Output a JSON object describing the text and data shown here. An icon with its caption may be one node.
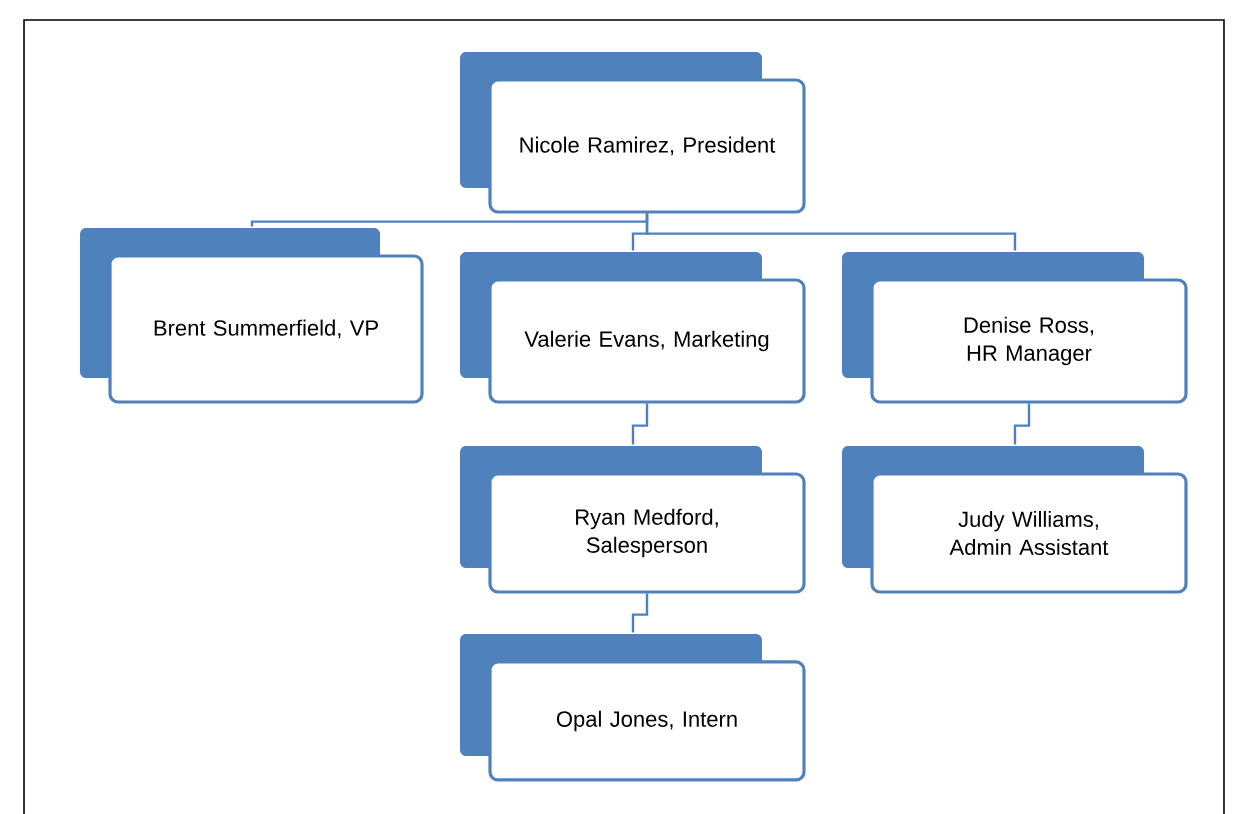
{
  "diagram": {
    "nodes": [
      {
        "text": [
          "Nicole Ramirez, President"
        ]
      },
      {
        "text": [
          "Brent Summerfield, VP"
        ]
      },
      {
        "text": [
          "Valerie Evans, Marketing"
        ]
      },
      {
        "text": [
          "Denise Ross, HR Manager"
        ]
      },
      {
        "text": [
          "Ryan Medford, Salesperson"
        ]
      },
      {
        "text": [
          "Judy Williams, Admin Assistant"
        ]
      },
      {
        "text": [
          "Opal Jones, Intern"
        ]
      }
    ],
    "edges": [
      {
        "from": 0,
        "to": 1,
        "arrow": "none"
      },
      {
        "from": 0,
        "to": 2,
        "arrow": "none"
      },
      {
        "from": 0,
        "to": 3,
        "arrow": "none"
      },
      {
        "from": 2,
        "to": 4,
        "arrow": "none"
      },
      {
        "from": 3,
        "to": 5,
        "arrow": "none"
      },
      {
        "from": 4,
        "to": 6,
        "arrow": "none"
      }
    ]
  }
}
